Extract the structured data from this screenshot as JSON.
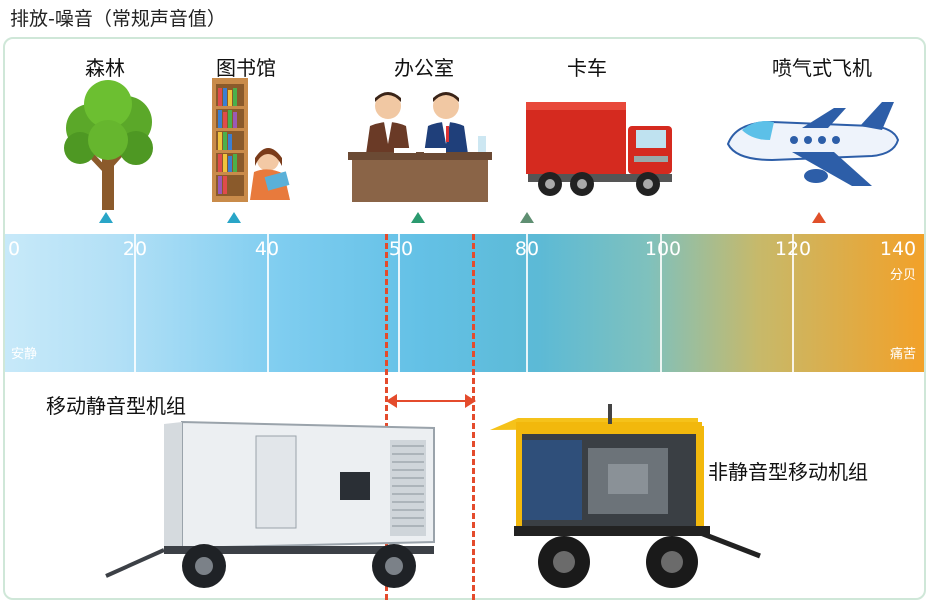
{
  "title": "排放-噪音（常规声音值）",
  "categories": [
    {
      "label": "森林",
      "marker_color": "#29a5c7",
      "marker_value": 15,
      "icon": "tree-icon"
    },
    {
      "label": "图书馆",
      "marker_color": "#29a5c7",
      "marker_value": 34,
      "icon": "library-icon"
    },
    {
      "label": "办公室",
      "marker_color": "#2b9a6f",
      "marker_value": 53,
      "icon": "office-icon"
    },
    {
      "label": "卡车",
      "marker_color": "#5f8f72",
      "marker_value": 80,
      "icon": "truck-icon"
    },
    {
      "label": "喷气式飞机",
      "marker_color": "#e0502a",
      "marker_value": 124,
      "icon": "airplane-icon"
    }
  ],
  "scale": {
    "ticks": [
      "0",
      "20",
      "40",
      "50",
      "80",
      "100",
      "120",
      "140"
    ],
    "unit": "分贝",
    "quiet_label": "安静",
    "pain_label": "痛苦"
  },
  "generators": {
    "silent_label": "移动静音型机组",
    "open_label": "非静音型移动机组",
    "silent_icon": "silent-generator-icon",
    "open_icon": "open-generator-icon"
  },
  "colors": {
    "dash": "#e44b2c",
    "scale_start": "#c7e9f9",
    "scale_end": "#f2a129"
  }
}
